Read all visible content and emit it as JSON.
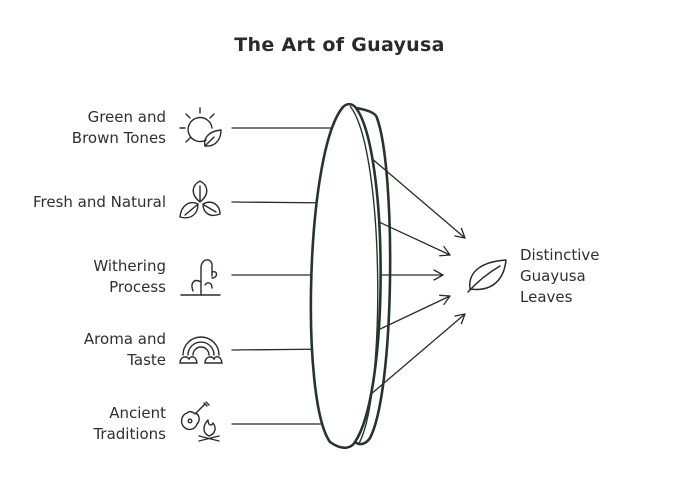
{
  "title": "The Art of Guayusa",
  "inputs": [
    {
      "lines": [
        "Green and",
        "Brown Tones"
      ],
      "icon": "sun-leaf-icon"
    },
    {
      "lines": [
        "Fresh and Natural"
      ],
      "icon": "leaves-icon"
    },
    {
      "lines": [
        "Withering",
        "Process"
      ],
      "icon": "wilting-plant-icon"
    },
    {
      "lines": [
        "Aroma and",
        "Taste"
      ],
      "icon": "rainbow-cloud-icon"
    },
    {
      "lines": [
        "Ancient",
        "Traditions"
      ],
      "icon": "guitar-fire-icon"
    }
  ],
  "lens": "lens-icon",
  "output": {
    "lines": [
      "Distinctive",
      "Guayusa",
      "Leaves"
    ],
    "icon": "leaf-icon"
  },
  "colors": {
    "stroke": "#2b2b2b",
    "lens": "#26352c"
  }
}
